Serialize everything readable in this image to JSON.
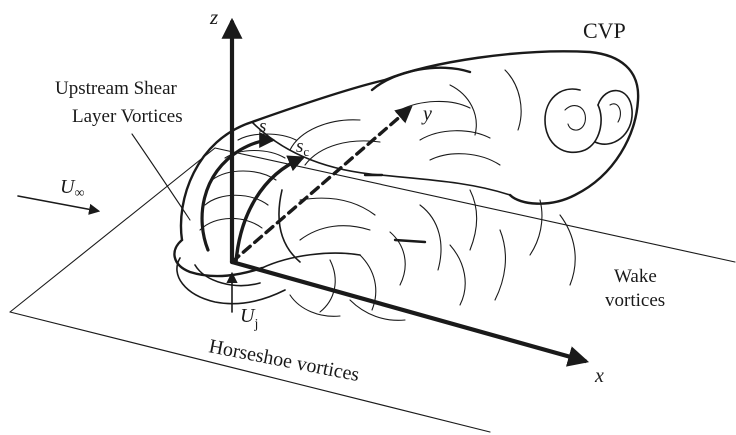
{
  "diagram": {
    "labels": {
      "cvp": "CVP",
      "upstream_line1": "Upstream Shear",
      "upstream_line2": "Layer Vortices",
      "u_inf": "U",
      "u_inf_sub": "∞",
      "z_axis": "z",
      "x_axis": "x",
      "y_axis": "y",
      "s": "s",
      "sc": "s",
      "sc_sub": "c",
      "uj": "U",
      "uj_sub": "j",
      "wake_line1": "Wake",
      "wake_line2": "vortices",
      "horseshoe": "Horseshoe vortices"
    }
  }
}
